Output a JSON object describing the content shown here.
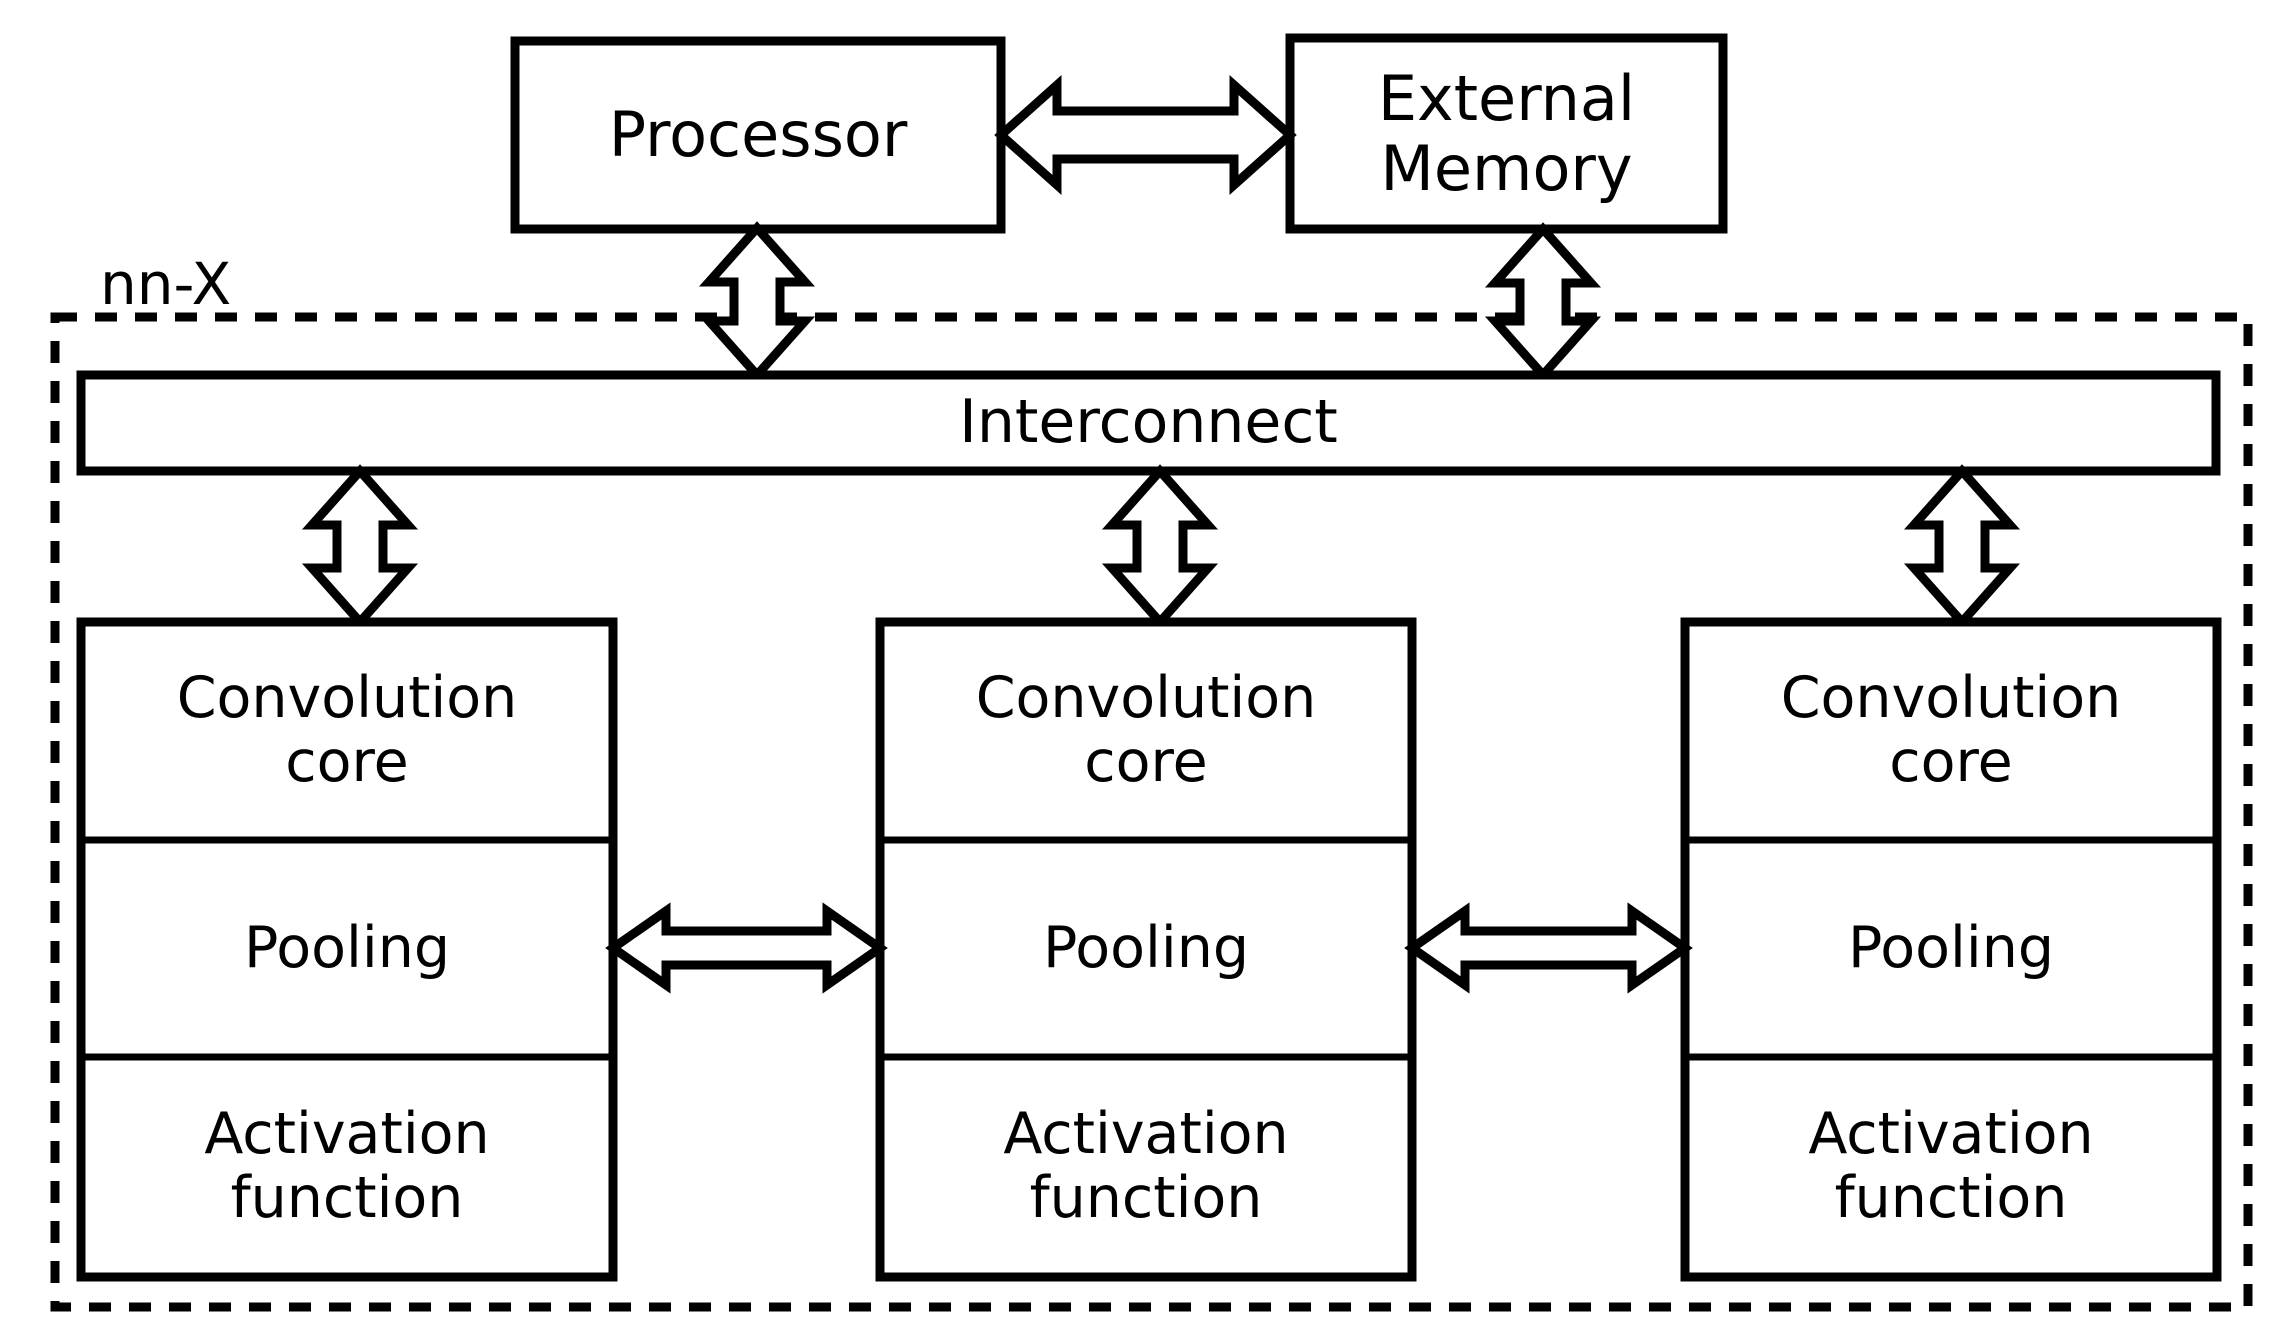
{
  "diagram": {
    "title": "nn-X",
    "boundary_label": "nn-X",
    "colors": {
      "stroke": "#000000",
      "fill": "#ffffff",
      "background": "#ffffff"
    },
    "external_blocks": [
      {
        "id": "processor",
        "label": "Processor"
      },
      {
        "id": "external-memory",
        "label": "External\nMemory"
      }
    ],
    "bus": {
      "id": "interconnect",
      "label": "Interconnect"
    },
    "cores": [
      {
        "id": "core-left",
        "sections": [
          {
            "id": "convolution-core",
            "label": "Convolution\ncore"
          },
          {
            "id": "pooling",
            "label": "Pooling"
          },
          {
            "id": "activation-function",
            "label": "Activation\nfunction"
          }
        ]
      },
      {
        "id": "core-middle",
        "sections": [
          {
            "id": "convolution-core",
            "label": "Convolution\ncore"
          },
          {
            "id": "pooling",
            "label": "Pooling"
          },
          {
            "id": "activation-function",
            "label": "Activation\nfunction"
          }
        ]
      },
      {
        "id": "core-right",
        "sections": [
          {
            "id": "convolution-core",
            "label": "Convolution\ncore"
          },
          {
            "id": "pooling",
            "label": "Pooling"
          },
          {
            "id": "activation-function",
            "label": "Activation\nfunction"
          }
        ]
      }
    ],
    "connections": [
      {
        "id": "processor-external-memory",
        "type": "bidirectional",
        "orientation": "horizontal"
      },
      {
        "id": "processor-interconnect",
        "type": "bidirectional",
        "orientation": "vertical"
      },
      {
        "id": "external-memory-interconnect",
        "type": "bidirectional",
        "orientation": "vertical"
      },
      {
        "id": "interconnect-core-left",
        "type": "bidirectional",
        "orientation": "vertical"
      },
      {
        "id": "interconnect-core-middle",
        "type": "bidirectional",
        "orientation": "vertical"
      },
      {
        "id": "interconnect-core-right",
        "type": "bidirectional",
        "orientation": "vertical"
      },
      {
        "id": "core-left-core-middle",
        "type": "bidirectional",
        "orientation": "horizontal"
      },
      {
        "id": "core-middle-core-right",
        "type": "bidirectional",
        "orientation": "horizontal"
      }
    ]
  }
}
